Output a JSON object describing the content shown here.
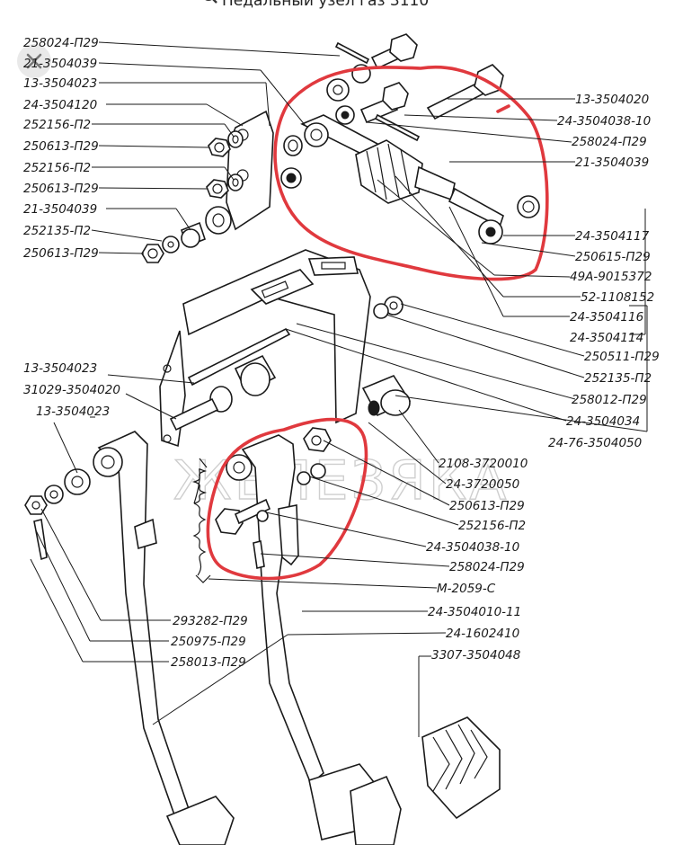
{
  "title": "Педальный узел газ 3110",
  "watermark": "ЖЕЛЕЗЯКА",
  "colors": {
    "ink": "#1a1a1a",
    "highlight": "#e0393e",
    "background": "#ffffff"
  },
  "icons": {
    "search": "magnifier-icon",
    "close": "close-x-icon"
  },
  "labels": {
    "l01": "258024-П29",
    "l02": "21-3504039",
    "l03": "13-3504023",
    "l04": "24-3504120",
    "l05": "252156-П2",
    "l06": "250613-П29",
    "l07": "252156-П2",
    "l08": "250613-П29",
    "l09": "21-3504039",
    "l10": "252135-П2",
    "l11": "250613-П29",
    "r01": "13-3504020",
    "r02": "24-3504038-10",
    "r03": "258024-П29",
    "r04": "21-3504039",
    "r05": "24-3504117",
    "r06": "250615-П29",
    "r07": "49А-9015372",
    "r08": "52-1108152",
    "r09": "24-3504116",
    "r10": "24-3504114",
    "r11": "250511-П29",
    "r12": "252135-П2",
    "r13": "258012-П29",
    "r14": "24-3504034",
    "r15": "24-76-3504050",
    "m01": "13-3504023",
    "m02": "31029-3504020",
    "m03": "13-3504023",
    "c01": "2108-3720010",
    "c02": "24-3720050",
    "c03": "250613-П29",
    "c04": "252156-П2",
    "c05": "24-3504038-10",
    "c06": "258024-П29",
    "c07": "М-2059-С",
    "c08": "24-3504010-11",
    "c09": "24-1602410",
    "c10": "3307-3504048",
    "b01": "293282-П29",
    "b02": "250975-П29",
    "b03": "258013-П29"
  }
}
